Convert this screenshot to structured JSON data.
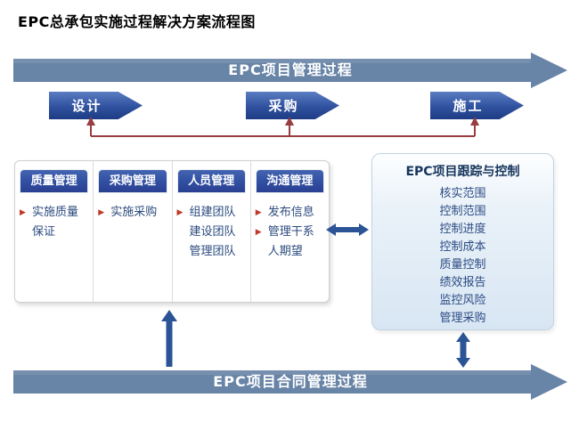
{
  "title": "EPC总承包实施过程解决方案流程图",
  "top_banner": {
    "label": "EPC项目管理过程"
  },
  "bottom_banner": {
    "label": "EPC项目合同管理过程"
  },
  "phases": [
    {
      "label": "设计"
    },
    {
      "label": "采购"
    },
    {
      "label": "施工"
    }
  ],
  "panel": {
    "bullet_glyph": "▶",
    "columns": [
      {
        "header": "质量管理",
        "items": [
          {
            "bullet": "▶",
            "text": "实施质量"
          },
          {
            "bullet": "",
            "text": "保证"
          }
        ]
      },
      {
        "header": "采购管理",
        "items": [
          {
            "bullet": "▶",
            "text": "实施采购"
          }
        ]
      },
      {
        "header": "人员管理",
        "items": [
          {
            "bullet": "▶",
            "text": "组建团队"
          },
          {
            "bullet": "",
            "text": "建设团队"
          },
          {
            "bullet": "",
            "text": "管理团队"
          }
        ]
      },
      {
        "header": "沟通管理",
        "items": [
          {
            "bullet": "▶",
            "text": "发布信息"
          },
          {
            "bullet": "▶",
            "text": "管理干系"
          },
          {
            "bullet": "",
            "text": "人期望"
          }
        ]
      }
    ]
  },
  "tracking_box": {
    "title": "EPC项目跟踪与控制",
    "items": [
      "核实范围",
      "控制范围",
      "控制进度",
      "控制成本",
      "质量控制",
      "绩效报告",
      "监控风险",
      "管理采购"
    ]
  },
  "colors": {
    "banner_blue": "#6884A6",
    "phase_blue_dark": "#1E3C85",
    "header_tab_blue": "#2A3F92",
    "connector_red": "#983D42",
    "bullet_red": "#C2392B",
    "body_text_navy": "#2B4B7E",
    "arrow_blue": "#2B5496",
    "tracking_bg": "#D8E6F3"
  }
}
